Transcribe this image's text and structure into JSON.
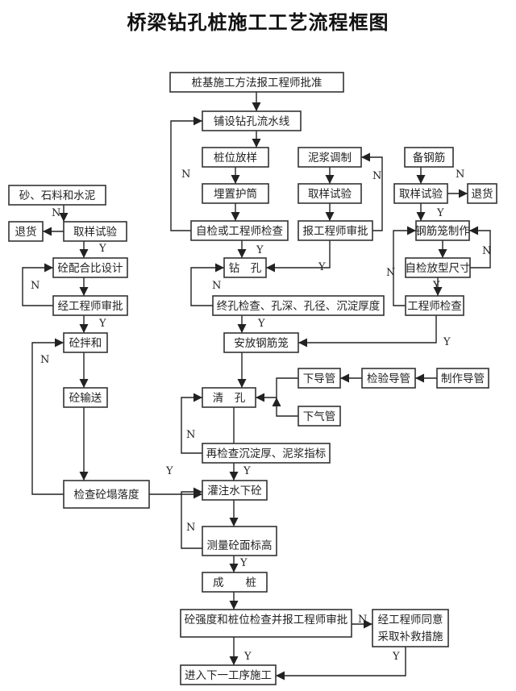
{
  "title": "桥梁钻孔桩施工工艺流程框图",
  "nodes": {
    "n_method": "桩基施工方法报工程师批准",
    "n_pipeline": "铺设钻孔流水线",
    "n_stake": "桩位放样",
    "n_casing": "埋置护筒",
    "n_selfcheck": "自检或工程师检查",
    "n_mud": "泥浆调制",
    "n_mudtest": "取样试验",
    "n_mudapprove": "报工程师审批",
    "n_rebar": "备钢筋",
    "n_rebartest": "取样试验",
    "n_rebarreturn": "退货",
    "n_cage": "钢筋笼制作",
    "n_cagecheck": "自检放型尺寸",
    "n_cageeng": "工程师检查",
    "n_sand": "砂、石料和水泥",
    "n_sandtest": "取样试验",
    "n_sandreturn": "退货",
    "n_mix": "砼配合比设计",
    "n_mixapprove": "经工程师审批",
    "n_mixing": "砼拌和",
    "n_transport": "砼输送",
    "n_slump": "检查砼塌落度",
    "n_drill": "钻　孔",
    "n_holecheck": "终孔检查、孔深、孔径、沉淀厚度",
    "n_placecage": "安放钢筋笼",
    "n_clean": "清　孔",
    "n_tube": "下导管",
    "n_tubetest": "检验导管",
    "n_tubemake": "制作导管",
    "n_airpipe": "下气管",
    "n_recheck": "再检查沉淀厚、泥浆指标",
    "n_pour": "灌注水下砼",
    "n_measure": "测量砼面标高",
    "n_pile": "成　　桩",
    "n_strength": "砼强度和桩位检查并报工程师审批",
    "n_remedy1": "经工程师同意",
    "n_remedy2": "采取补救措施",
    "n_next": "进入下一工序施工"
  },
  "labels": {
    "yes": "Y",
    "no": "N"
  },
  "colors": {
    "line": "#222222",
    "box_border": "#333333",
    "background": "#ffffff"
  }
}
